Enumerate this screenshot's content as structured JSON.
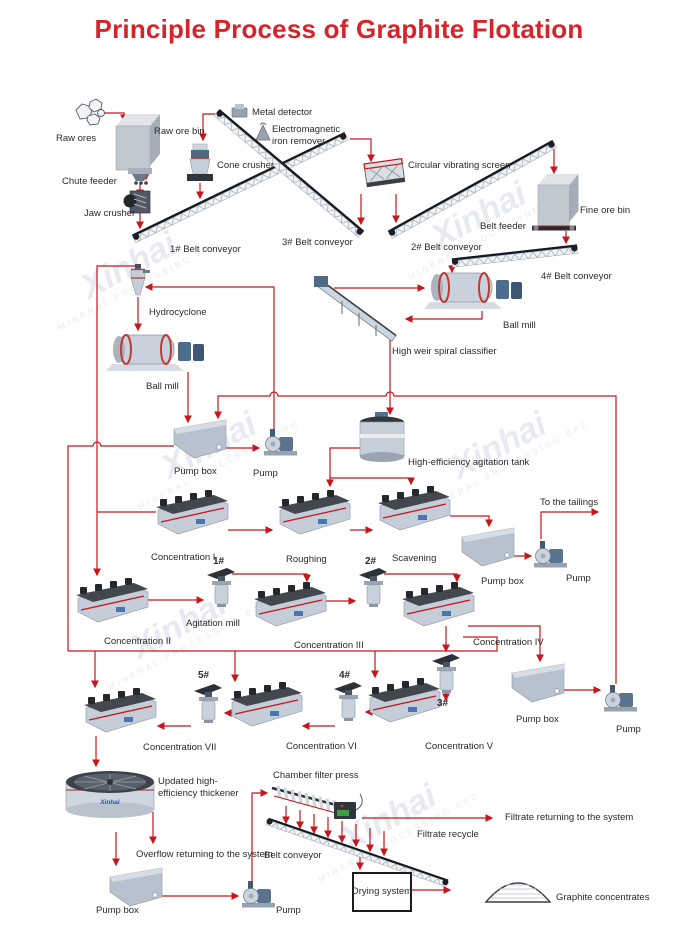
{
  "title": "Principle Process of Graphite Flotation",
  "brand": "Xinhai",
  "watermark": {
    "brand": "Xinhai",
    "tagline": "MINERAL PROCESSING EPC"
  },
  "colors": {
    "flow_red": "#c8161d",
    "title_red": "#d8232a",
    "equipment_gray": "#c5ced9",
    "label_text": "#2a2a2a"
  },
  "labels": {
    "raw_ores": "Raw ores",
    "raw_ore_bin": "Raw ore bin",
    "chute_feeder": "Chute feeder",
    "jaw_crusher": "Jaw crusher",
    "cone_crusher": "Cone crusher",
    "metal_detector": "Metal detector",
    "electromagnetic_iron_remover": "Electromagnetic iron remover",
    "circular_vibrating_screen": "Circular vibrating screen",
    "fine_ore_bin": "Fine ore bin",
    "belt_feeder": "Belt feeder",
    "belt_conveyor_1": "1# Belt conveyor",
    "belt_conveyor_2": "2# Belt conveyor",
    "belt_conveyor_3": "3# Belt conveyor",
    "belt_conveyor_4": "4# Belt conveyor",
    "hydrocyclone": "Hydrocyclone",
    "ball_mill": "Ball mill",
    "high_weir_spiral_classifier": "High weir spiral classifier",
    "pump_box": "Pump box",
    "pump": "Pump",
    "high_efficiency_agitation_tank": "High-efficiency agitation tank",
    "concentration_1": "Concentration I",
    "roughing": "Roughing",
    "scavening": "Scavening",
    "to_the_tailings": "To the tailings",
    "mill_1": "1#",
    "mill_2": "2#",
    "mill_3": "3#",
    "mill_4": "4#",
    "mill_5": "5#",
    "agitation_mill": "Agitation mill",
    "concentration_2": "Concentration II",
    "concentration_3": "Concentration III",
    "concentration_4": "Concentration IV",
    "concentration_5": "Concentration V",
    "concentration_6": "Concentration VI",
    "concentration_7": "Concentration VII",
    "updated_thickener": "Updated high-efficiency thickener",
    "chamber_filter_press": "Chamber filter press",
    "overflow_returning": "Overflow returning to the system",
    "belt_conveyor": "Belt conveyor",
    "filtrate_recycle": "Filtrate recycle",
    "filtrate_returning": "Filtrate returning to the system",
    "drying_system": "Drying system",
    "graphite_concentrates": "Graphite concentrates"
  }
}
